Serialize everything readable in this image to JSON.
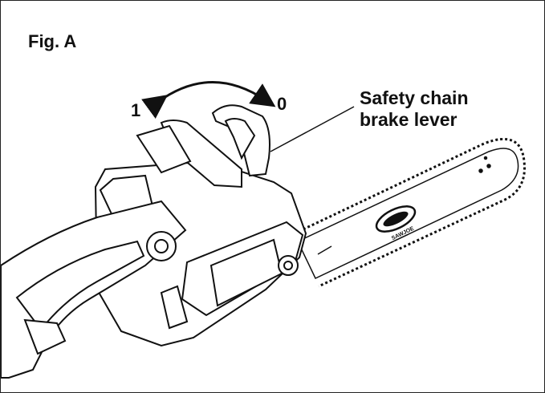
{
  "figure": {
    "label": "Fig. A",
    "position_on": "1",
    "position_off": "0",
    "callout_line1": "Safety chain",
    "callout_line2": "brake lever",
    "logo_text": "SAWJOE"
  }
}
